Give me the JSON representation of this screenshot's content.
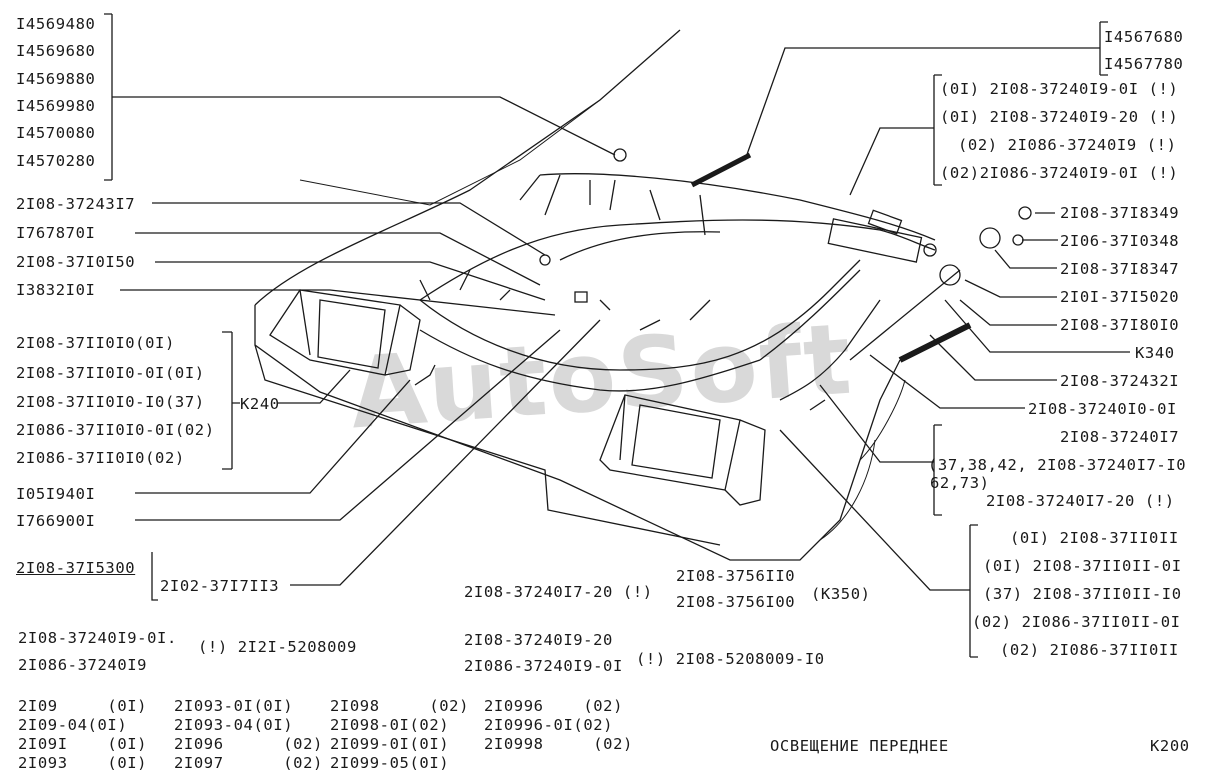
{
  "watermark": "AutoSoft",
  "left_labels": {
    "group_top": [
      "I4569480",
      "I4569680",
      "I4569880",
      "I4569980",
      "I4570080",
      "I4570280"
    ],
    "p1": "2I08-37243I7",
    "p2": "I767870I",
    "p3": "2I08-37I0I50",
    "p4": "I3832I0I",
    "group_k240": [
      "2I08-37II0I0(0I)",
      "2I08-37II0I0-0I(0I)",
      "2I08-37II0I0-I0(37)",
      "2I086-37II0I0-0I(02)",
      "2I086-37II0I0(02)"
    ],
    "k240": "K240",
    "p5": "I05I940I",
    "p6": "I766900I",
    "p7": "2I08-37I5300",
    "p8": "2I02-37I7II3"
  },
  "right_labels": {
    "group_top": [
      "I4567680",
      "I4567780"
    ],
    "group_2": [
      "(0I) 2I08-37240I9-0I (!)",
      "(0I) 2I08-37240I9-20 (!)",
      "(02) 2I086-37240I9 (!)",
      "(02)2I086-37240I9-0I (!)"
    ],
    "r1": "2I08-37I8349",
    "r2": "2I06-37I0348",
    "r3": "2I08-37I8347",
    "r4": "2I0I-37I5020",
    "r5": "2I08-37I80I0",
    "r6": "K340",
    "r7": "2I08-372432I",
    "r8": "2I08-37240I0-0I",
    "r9": "2I08-37240I7",
    "r10a": "(37,38,42, 2I08-37240I7-I0",
    "r10b": "62,73)",
    "r11": "2I08-37240I7-20 (!)",
    "group_3": [
      "(0I) 2I08-37II0II",
      "(0I) 2I08-37II0II-0I",
      "(37) 2I08-37II0II-I0",
      "(02) 2I086-37II0II-0I",
      "(02) 2I086-37II0II"
    ]
  },
  "bottom_notes": {
    "c1": "2I08-37240I7-20 (!)",
    "c2a": "2I08-3756II0",
    "c2b": "2I08-3756I00",
    "c2c": "(K350)",
    "d1a": "2I08-37240I9-0I.",
    "d1b": "(!) 2I2I-5208009",
    "d1c": "2I086-37240I9",
    "d2a": "2I08-37240I9-20",
    "d2b": "2I086-37240I9-0I",
    "d2c": "(!) 2I08-5208009-I0"
  },
  "models": [
    [
      "2I09     (0I)",
      "2I09-04(0I)",
      "2I09I    (0I)",
      "2I093    (0I)"
    ],
    [
      "2I093-0I(0I)",
      "2I093-04(0I)",
      "2I096      (02)",
      "2I097      (02)"
    ],
    [
      "2I098     (02)",
      "2I098-0I(02)",
      "2I099-0I(0I)",
      "2I099-05(0I)"
    ],
    [
      "2I0996    (02)",
      "2I0996-0I(02)",
      "2I0998     (02)"
    ]
  ],
  "footer": {
    "title": "ОСВЕЩЕНИЕ ПЕРЕДНЕЕ",
    "code": "K200"
  }
}
